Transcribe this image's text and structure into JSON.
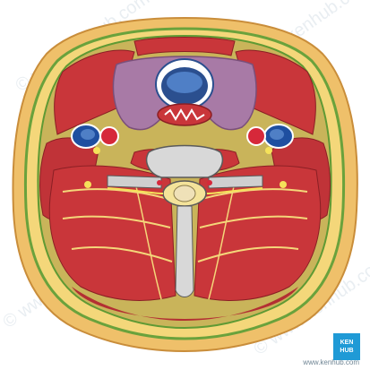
{
  "watermark": {
    "text": "© www.kenhub.com"
  },
  "logo": {
    "line1": "KEN",
    "line2": "HUB"
  },
  "source": {
    "text": "www.kenhub.com"
  },
  "colors": {
    "skin": "#efc06a",
    "fat": "#f4d77a",
    "fascia": "#6aa23c",
    "muscle": "#c9363a",
    "gland": "#a87aa6",
    "trachea": "#2b4f8f",
    "artery": "#d6283a",
    "vein": "#1f4fa0",
    "bone": "#d8d8d8"
  }
}
